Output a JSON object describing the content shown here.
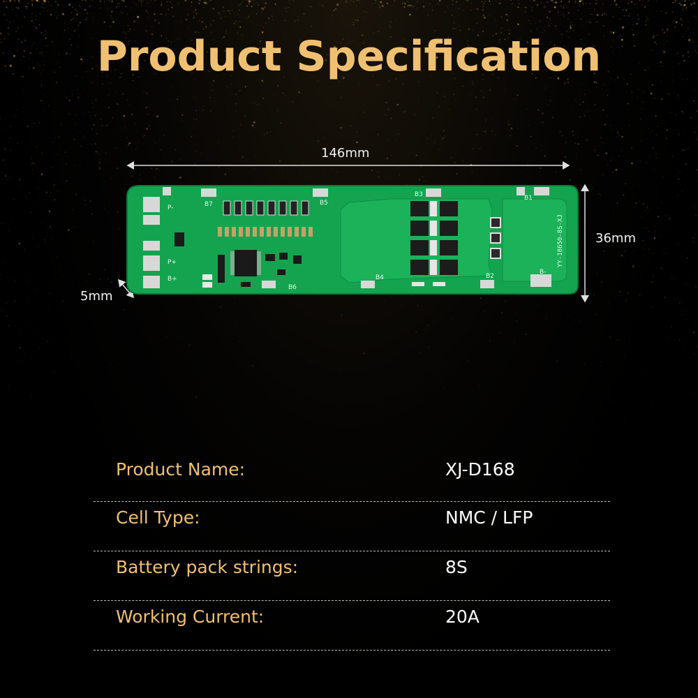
{
  "title": "Product Specification",
  "dimensions": {
    "width": "146mm",
    "height": "36mm",
    "thickness": "5mm"
  },
  "board": {
    "model_print": "YY-18650-8S-XJ",
    "pads": [
      "P-",
      "P+",
      "B+",
      "B-",
      "B1",
      "B2",
      "B3",
      "B4",
      "B5",
      "B6",
      "B7"
    ],
    "colors": {
      "pcb": "#14a44f",
      "pcb_dark": "#0c8a3e",
      "copper": "#33bb66",
      "pad": "#d8d8d8"
    }
  },
  "specs": [
    {
      "label": "Product Name:",
      "value": "XJ-D168"
    },
    {
      "label": "Cell Type:",
      "value": "NMC / LFP"
    },
    {
      "label": "Battery pack strings:",
      "value": "8S"
    },
    {
      "label": "Working Current:",
      "value": "20A"
    }
  ],
  "colors": {
    "title": "#f0c072",
    "label": "#f0c072",
    "value": "#ffffff",
    "background": "#000000"
  }
}
